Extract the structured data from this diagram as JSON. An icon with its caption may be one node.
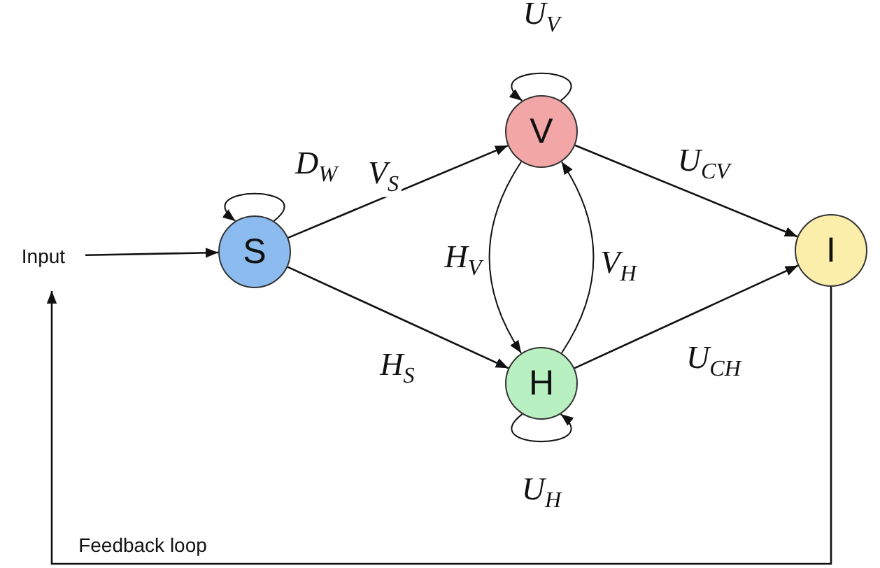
{
  "diagram": {
    "nodes": [
      {
        "text": [
          "Input"
        ]
      },
      {
        "text": [
          "S"
        ]
      },
      {
        "text": [
          "V"
        ]
      },
      {
        "text": [
          "H"
        ]
      },
      {
        "text": [
          "I"
        ]
      }
    ],
    "edges": [
      {
        "from": 0,
        "to": 1,
        "arrow": "to"
      },
      {
        "from": 1,
        "to": 1,
        "arrow": "to",
        "label": "D$_{W}$"
      },
      {
        "from": 1,
        "to": 2,
        "arrow": "to",
        "label": "V$_{S}$"
      },
      {
        "from": 1,
        "to": 3,
        "arrow": "to",
        "label": "H$_{S}$"
      },
      {
        "from": 2,
        "to": 2,
        "arrow": "to",
        "label": "U$_{V}$"
      },
      {
        "from": 2,
        "to": 3,
        "arrow": "to",
        "label": "H$_{V}$"
      },
      {
        "from": 3,
        "to": 2,
        "arrow": "to",
        "label": "V$_{H}$"
      },
      {
        "from": 3,
        "to": 3,
        "arrow": "to",
        "label": "U$_{H}$"
      },
      {
        "from": 2,
        "to": 4,
        "arrow": "to",
        "label": "U$_{CV}$"
      },
      {
        "from": 3,
        "to": 4,
        "arrow": "to",
        "label": "U$_{CH}$"
      },
      {
        "from": 4,
        "to": 0,
        "arrow": "to",
        "label": "Feedback loop"
      }
    ]
  }
}
